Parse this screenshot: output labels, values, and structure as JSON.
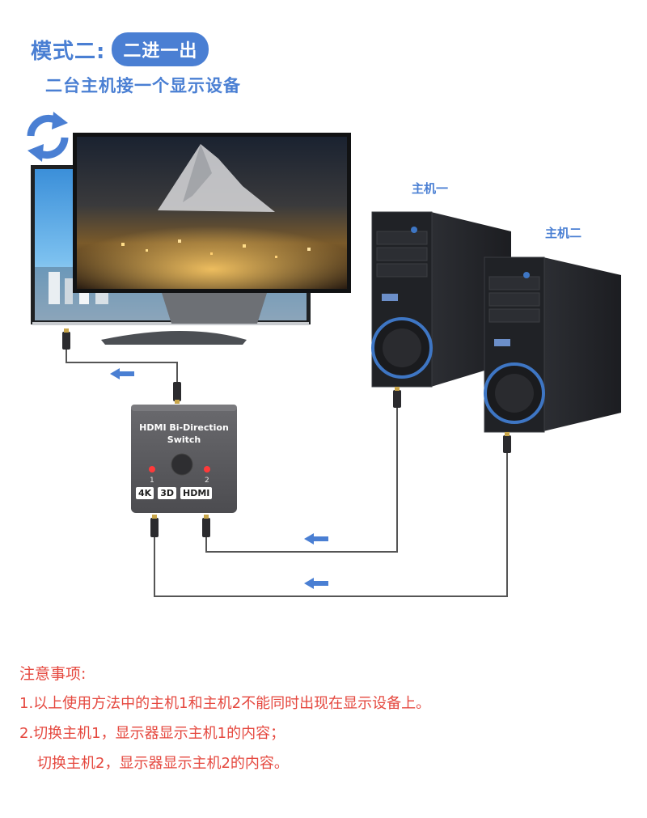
{
  "header": {
    "title": "模式二:",
    "pill": "二进一出",
    "subtitle": "二台主机接一个显示设备"
  },
  "hosts": {
    "host1_label": "主机一",
    "host2_label": "主机二"
  },
  "switch": {
    "line1": "HDMI  Bi-Direction",
    "line2": "Switch",
    "port1": "1",
    "port2": "2",
    "badge_4k": "4K",
    "badge_3d": "3D",
    "badge_hdmi": "HDMI"
  },
  "notes": {
    "title": "注意事项:",
    "line1": "1.以上使用方法中的主机1和主机2不能同时出现在显示设备上。",
    "line2": "2.切换主机1，显示器显示主机1的内容；",
    "line3": "切换主机2，显示器显示主机2的内容。"
  },
  "colors": {
    "accent_blue": "#4a7fd3",
    "note_red": "#e5483f",
    "cable": "#555555",
    "switch_body": "#5b5b5e"
  },
  "icons": {
    "swap": "circular-arrows-icon",
    "flow": "left-arrow-icon"
  }
}
